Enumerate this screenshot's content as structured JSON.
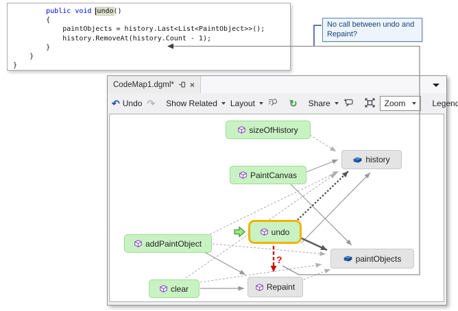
{
  "code_window": {
    "lines": [
      {
        "s": [
          {
            "t": "        "
          },
          {
            "t": "public void "
          },
          {
            "t": "undo"
          },
          {
            "t": "()"
          }
        ]
      },
      {
        "s": [
          {
            "t": "        {"
          }
        ]
      },
      {
        "s": [
          {
            "t": "            paintObjects = history.Last<List<PaintObject>>();"
          }
        ]
      },
      {
        "s": [
          {
            "t": "            history.RemoveAt(history.Count - 1);"
          }
        ]
      },
      {
        "s": [
          {
            "t": "        }"
          }
        ]
      },
      {
        "s": [
          {
            "t": "    }"
          }
        ]
      },
      {
        "s": [
          {
            "t": "}"
          }
        ]
      }
    ]
  },
  "tooltip": {
    "text": "No call between undo and Repaint?"
  },
  "codemap": {
    "tab": {
      "title": "CodeMap1.dgml*"
    },
    "toolbar": {
      "undo": "Undo",
      "show_related": "Show Related",
      "layout": "Layout",
      "share": "Share",
      "zoom": "Zoom",
      "legend": "Legend",
      "icons": [
        "undo-icon",
        "redo-icon",
        "rerun-query-icon",
        "refresh-icon",
        "add-comment-icon",
        "zoom-to-fit-icon"
      ]
    },
    "nodes": [
      {
        "id": "sizeOfHistory",
        "label": "sizeOfHistory",
        "type": "method",
        "style": "green"
      },
      {
        "id": "history",
        "label": "history",
        "type": "field",
        "style": "gray"
      },
      {
        "id": "PaintCanvas",
        "label": "PaintCanvas",
        "type": "method",
        "style": "green"
      },
      {
        "id": "undo",
        "label": "undo",
        "type": "method",
        "style": "green-selected"
      },
      {
        "id": "addPaintObject",
        "label": "addPaintObject",
        "type": "method",
        "style": "green"
      },
      {
        "id": "paintObjects",
        "label": "paintObjects",
        "type": "field",
        "style": "gray"
      },
      {
        "id": "clear",
        "label": "clear",
        "type": "method",
        "style": "green"
      },
      {
        "id": "Repaint",
        "label": "Repaint",
        "type": "method",
        "style": "gray"
      }
    ],
    "edges": [
      {
        "from": "sizeOfHistory",
        "to": "history",
        "style": "dashed"
      },
      {
        "from": "addPaintObject",
        "to": "history",
        "style": "dashed"
      },
      {
        "from": "clear",
        "to": "history",
        "style": "dashed"
      },
      {
        "from": "addPaintObject",
        "to": "paintObjects",
        "style": "dashed"
      },
      {
        "from": "clear",
        "to": "paintObjects",
        "style": "dashed"
      },
      {
        "from": "Repaint",
        "to": "paintObjects",
        "style": "dashed"
      },
      {
        "from": "PaintCanvas",
        "to": "history",
        "style": "solid"
      },
      {
        "from": "PaintCanvas",
        "to": "paintObjects",
        "style": "solid"
      },
      {
        "from": "addPaintObject",
        "to": "Repaint",
        "style": "solid"
      },
      {
        "from": "clear",
        "to": "Repaint",
        "style": "solid"
      },
      {
        "from": "undo",
        "to": "history",
        "style": "solid"
      },
      {
        "from": "undo",
        "to": "history",
        "style": "bold-dotted"
      },
      {
        "from": "undo",
        "to": "paintObjects",
        "style": "bold-solid"
      },
      {
        "from": "undo",
        "to": "Repaint",
        "style": "red-dashed-question"
      }
    ],
    "annotation": {
      "question_mark": "?"
    }
  },
  "colors": {
    "selected_node_border": "#f2b200",
    "node_green": "#c9f2c3",
    "node_gray": "#e4e4e4",
    "warning_red": "#c41000",
    "tooltip_border": "#5c85b8",
    "keyword_blue": "#0000e0"
  }
}
